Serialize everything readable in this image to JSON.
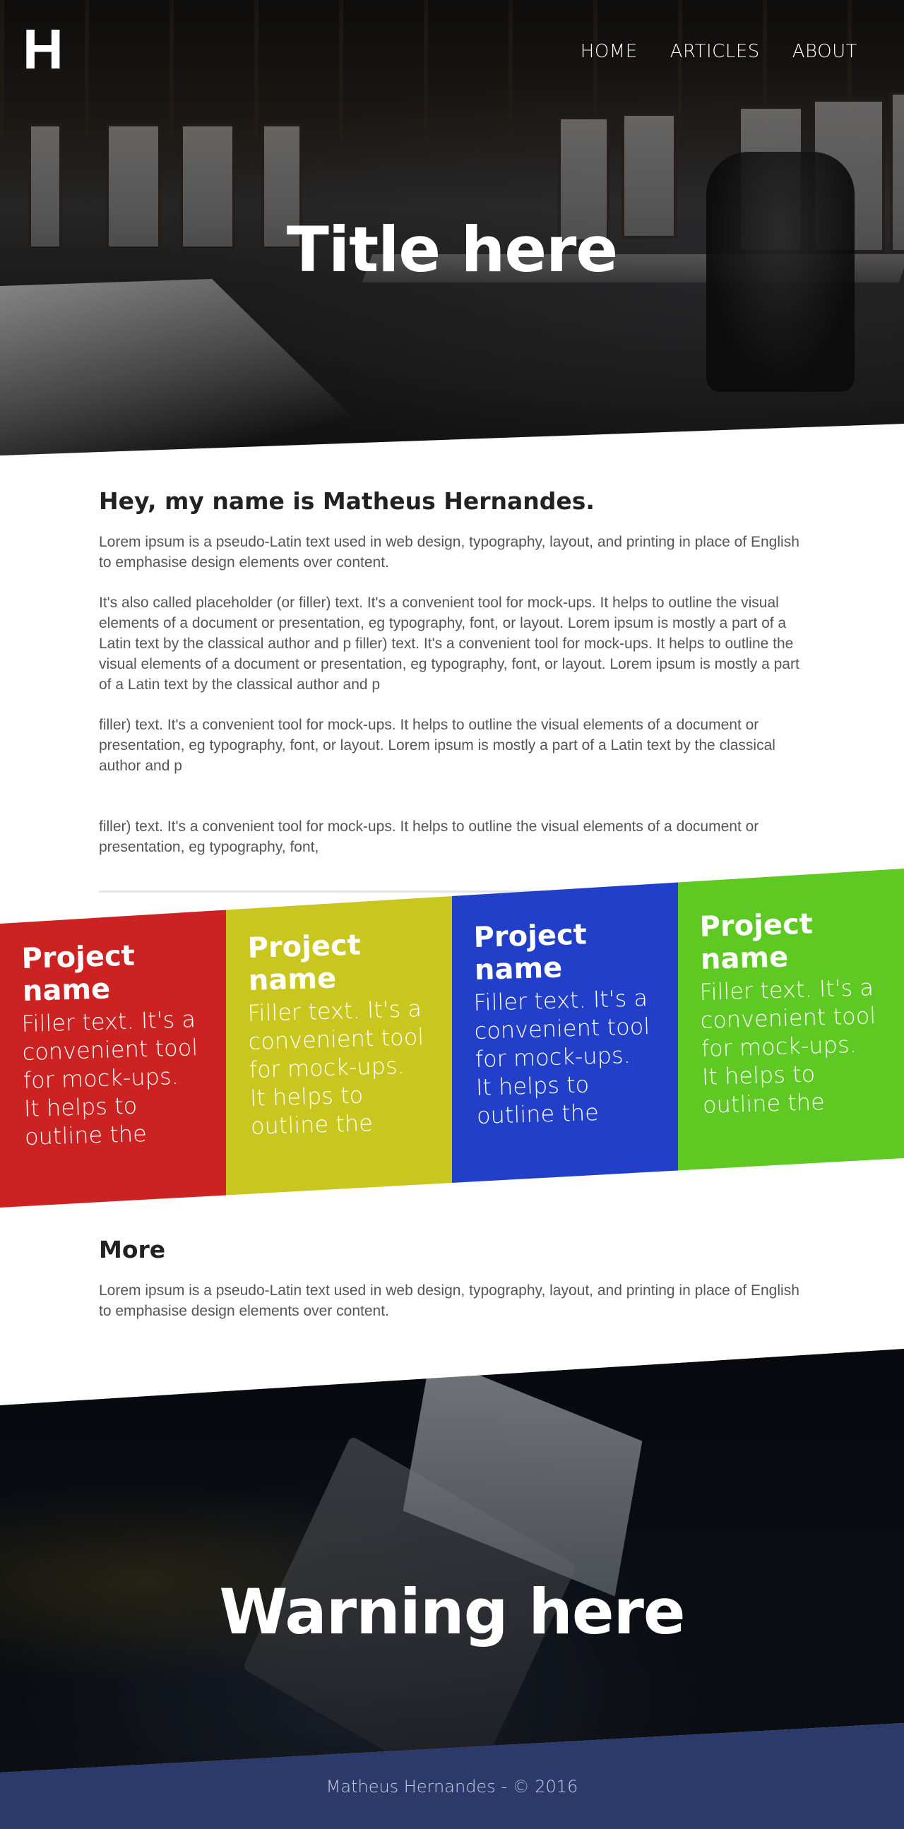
{
  "header": {
    "logo": "H",
    "nav": [
      "HOME",
      "ARTICLES",
      "ABOUT"
    ],
    "title": "Title here"
  },
  "about": {
    "heading": "Hey, my name is Matheus Hernandes.",
    "paragraphs": [
      "Lorem ipsum is a pseudo-Latin text used in web design, typography, layout, and printing in place of English to emphasise design elements over content.",
      "It's also called placeholder (or filler) text. It's a convenient tool for mock-ups. It helps to outline the visual elements of a document or presentation, eg typography, font, or layout. Lorem ipsum is mostly a part of a Latin text by the classical author and p filler) text. It's a convenient tool for mock-ups. It helps to outline the visual elements of a document or presentation, eg typography, font, or layout. Lorem ipsum is mostly a part of a Latin text by the classical author and p",
      "filler) text. It's a convenient tool for mock-ups. It helps to outline the visual elements of a document or presentation, eg typography, font, or layout. Lorem ipsum is mostly a part of a Latin text by the classical author and p",
      "filler) text. It's a convenient tool for mock-ups. It helps to outline the visual elements of a document or presentation, eg typography, font,"
    ]
  },
  "projects": [
    {
      "name": "Project name",
      "text": "Filler text. It's a convenient tool for mock-ups. It helps to outline the",
      "color": "#cc2222"
    },
    {
      "name": "Project name",
      "text": "Filler text. It's a convenient tool for mock-ups. It helps to outline the",
      "color": "#c9c71f"
    },
    {
      "name": "Project name",
      "text": "Filler text. It's a convenient tool for mock-ups. It helps to outline the",
      "color": "#223fc9"
    },
    {
      "name": "Project name",
      "text": "Filler text. It's a convenient tool for mock-ups. It helps to outline the",
      "color": "#5ec922"
    }
  ],
  "more": {
    "heading": "More",
    "text": "Lorem ipsum is a pseudo-Latin text used in web design, typography, layout, and printing in place of English to emphasise design elements over content."
  },
  "warning": {
    "title": "Warning here"
  },
  "footer": {
    "text": "Matheus Hernandes - © 2016",
    "color": "#2b3a6a"
  }
}
